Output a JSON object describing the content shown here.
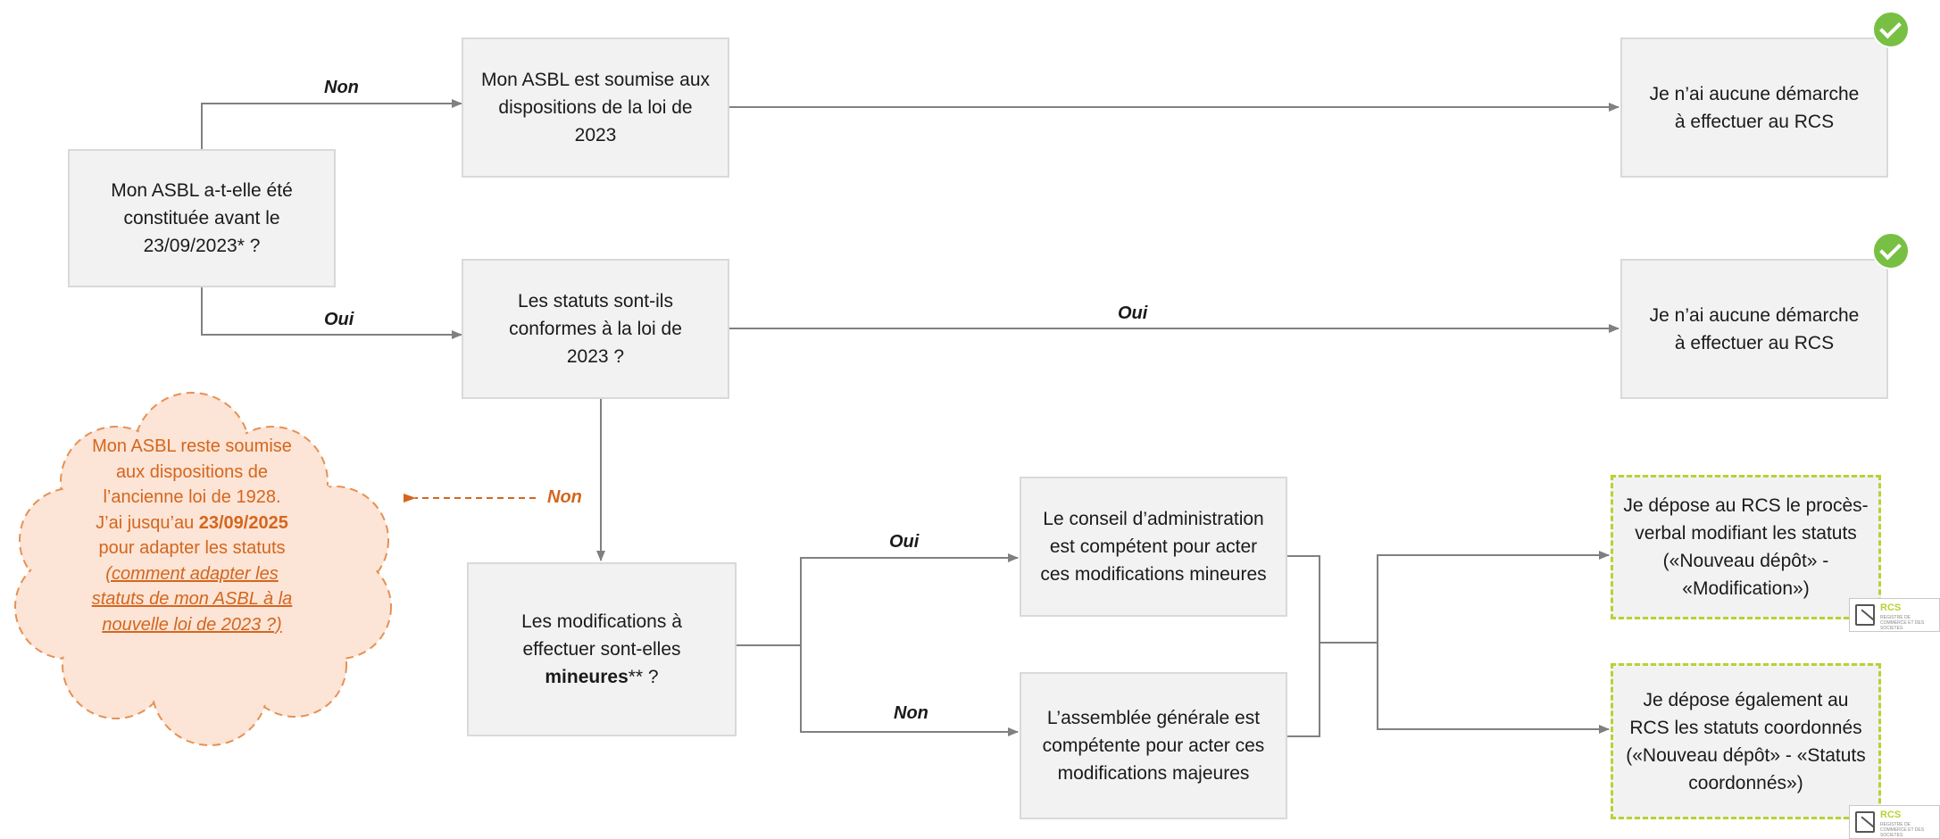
{
  "nodes": {
    "q_constituee": "Mon ASBL a-t-elle été constituée avant le 23/09/2023* ?",
    "soumise_2023": "Mon ASBL est soumise aux dispositions de la loi de 2023",
    "aucune_demarche_1": "Je n’ai aucune démarche à effectuer au RCS",
    "q_statuts_conformes": "Les statuts sont-ils conformes à la loi de 2023 ?",
    "aucune_demarche_2": "Je n’ai aucune démarche à effectuer au RCS",
    "q_modifications_pre": "Les modifications à effectuer sont-elles",
    "q_modifications_bold": "mineures",
    "q_modifications_post": "** ?",
    "conseil_admin": "Le conseil d’administration est compétent pour acter ces modifications mineures",
    "assemblee_generale": "L’assemblée générale est compétente pour acter ces modifications majeures",
    "depose_pv": "Je dépose au RCS le procès-verbal modifiant les statuts («Nouveau dépôt» - «Modification»)",
    "depose_statuts": "Je dépose également au RCS les statuts coordonnés («Nouveau dépôt» - «Statuts coordonnés»)"
  },
  "edge_labels": {
    "non_top": "Non",
    "oui_left": "Oui",
    "oui_middle": "Oui",
    "non_orange": "Non",
    "oui_branch": "Oui",
    "non_branch": "Non"
  },
  "cloud": {
    "line1": "Mon ASBL reste soumise",
    "line2": "aux dispositions de",
    "line3": "l’ancienne loi de 1928.",
    "line4_pre": "J’ai jusqu’au ",
    "line4_bold": "23/09/2025",
    "line5": "pour adapter les statuts",
    "link1": "(comment adapter les",
    "link2": "statuts de mon ASBL à la",
    "link3": "nouvelle loi de 2023 ?)"
  },
  "badges": {
    "check_icon": "check-circle-icon",
    "logo_icon": "rcs-logo-icon",
    "logo_main": "RCS",
    "logo_sub": "REGISTRE DE COMMERCE ET DES SOCIETES"
  },
  "colors": {
    "box_fill": "#f2f2f2",
    "box_border": "#d9d9d9",
    "arrow": "#808080",
    "orange_text": "#d4661d",
    "cloud_fill": "#fce4d6",
    "cloud_border": "#e59154",
    "green_dashed_border": "#b5d334",
    "check_green": "#78c043"
  }
}
